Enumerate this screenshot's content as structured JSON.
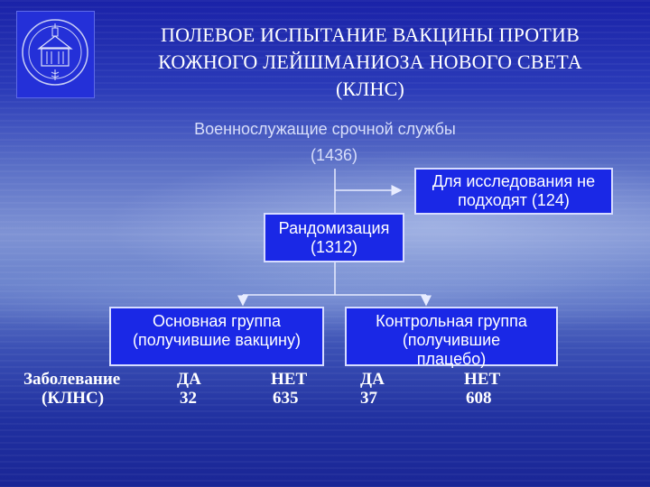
{
  "title": {
    "line1": "ПОЛЕВОЕ ИСПЫТАНИЕ ВАКЦИНЫ ПРОТИВ",
    "line2": "КОЖНОГО ЛЕЙШМАНИОЗА НОВОГО СВЕТА",
    "line3": "(КЛНС)"
  },
  "logo": {
    "text_top": "",
    "text_bottom": ""
  },
  "diagram": {
    "root": {
      "label": "Военнослужащие срочной службы",
      "count": "(1436)"
    },
    "excluded": {
      "line1": "Для исследования не",
      "line2": "подходят (124)"
    },
    "randomization": {
      "line1": "Рандомизация",
      "line2": "(1312)"
    },
    "main_group": {
      "line1": "Основная группа",
      "line2": "(получившие вакцину)"
    },
    "control_group": {
      "line1": "Контрольная группа",
      "line2": "(получившие",
      "line3": "плацебо)"
    }
  },
  "results": {
    "row_label_line1": "Заболевание",
    "row_label_line2": "(КЛНС)",
    "main_yes_label": "ДА",
    "main_yes_value": "32",
    "main_no_label": "НЕТ",
    "main_no_value": "635",
    "control_yes_label": "ДА",
    "control_yes_value": "37",
    "control_no_label": "НЕТ",
    "control_no_value": "608"
  },
  "colors": {
    "box_fill": "#1a28e6",
    "box_border": "#d6dcff",
    "connector": "#e8ecff"
  }
}
